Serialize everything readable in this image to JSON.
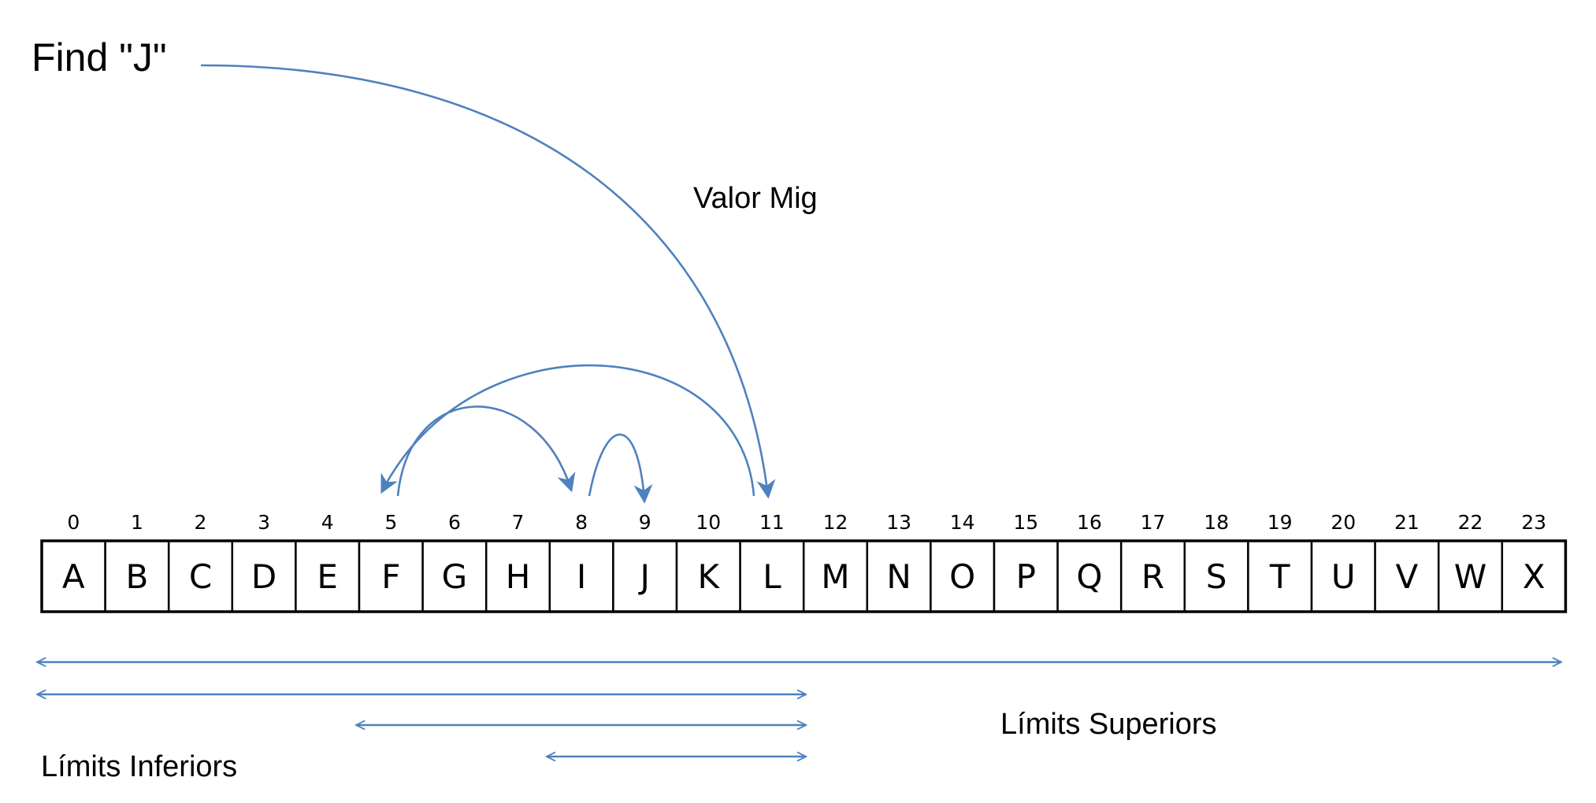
{
  "title": "Find \"J\"",
  "labels": {
    "mid": "Valor Mig",
    "upper": "Límits Superiors",
    "lower": "Límits Inferiors"
  },
  "array": {
    "indices": [
      "0",
      "1",
      "2",
      "3",
      "4",
      "5",
      "6",
      "7",
      "8",
      "9",
      "10",
      "11",
      "12",
      "13",
      "14",
      "15",
      "16",
      "17",
      "18",
      "19",
      "20",
      "21",
      "22",
      "23"
    ],
    "letters": [
      "A",
      "B",
      "C",
      "D",
      "E",
      "F",
      "G",
      "H",
      "I",
      "J",
      "K",
      "L",
      "M",
      "N",
      "O",
      "P",
      "Q",
      "R",
      "S",
      "T",
      "U",
      "V",
      "W",
      "X"
    ]
  },
  "search_jumps": [
    {
      "from": "title",
      "to": 11
    },
    {
      "from": 11,
      "to": 5
    },
    {
      "from": 5,
      "to": 8
    },
    {
      "from": 8,
      "to": 9
    }
  ],
  "ranges": [
    {
      "low": 0,
      "high": 23
    },
    {
      "low": 0,
      "high": 11
    },
    {
      "low": 5,
      "high": 11
    },
    {
      "low": 8,
      "high": 11
    }
  ],
  "colors": {
    "arrow": "#4f81bd",
    "text": "#000000",
    "cell_border": "#000000"
  }
}
